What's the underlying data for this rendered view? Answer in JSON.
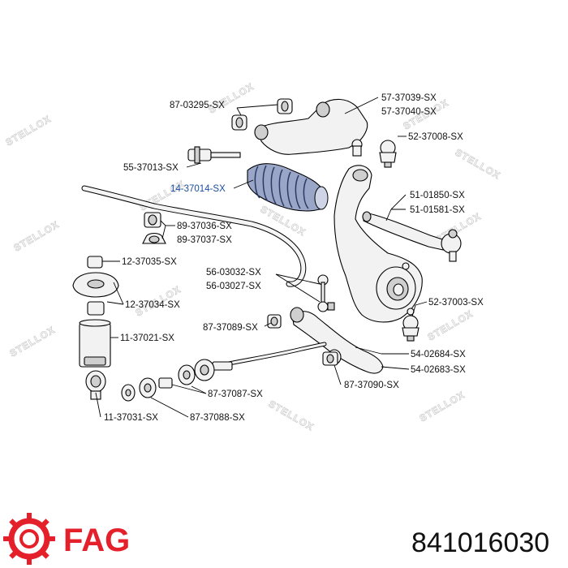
{
  "watermark": "STELLOX",
  "labels": [
    {
      "id": "l1",
      "text": "87-03295-SX"
    },
    {
      "id": "l2",
      "text": "57-37039-SX"
    },
    {
      "id": "l3",
      "text": "57-37040-SX"
    },
    {
      "id": "l4",
      "text": "52-37008-SX"
    },
    {
      "id": "l5",
      "text": "55-37013-SX"
    },
    {
      "id": "l6",
      "text": "14-37014-SX"
    },
    {
      "id": "l7",
      "text": "51-01850-SX"
    },
    {
      "id": "l8",
      "text": "51-01581-SX"
    },
    {
      "id": "l9",
      "text": "89-37036-SX"
    },
    {
      "id": "l10",
      "text": "89-37037-SX"
    },
    {
      "id": "l11",
      "text": "12-37035-SX"
    },
    {
      "id": "l12",
      "text": "56-03032-SX"
    },
    {
      "id": "l13",
      "text": "56-03027-SX"
    },
    {
      "id": "l14",
      "text": "12-37034-SX"
    },
    {
      "id": "l15",
      "text": "52-37003-SX"
    },
    {
      "id": "l16",
      "text": "87-37089-SX"
    },
    {
      "id": "l17",
      "text": "11-37021-SX"
    },
    {
      "id": "l18",
      "text": "54-02684-SX"
    },
    {
      "id": "l19",
      "text": "54-02683-SX"
    },
    {
      "id": "l20",
      "text": "87-37090-SX"
    },
    {
      "id": "l21",
      "text": "87-37087-SX"
    },
    {
      "id": "l22",
      "text": "11-37031-SX"
    },
    {
      "id": "l23",
      "text": "87-37088-SX"
    }
  ],
  "brand": {
    "name": "FAG",
    "color": "#e4202a"
  },
  "part_number": "841016030"
}
